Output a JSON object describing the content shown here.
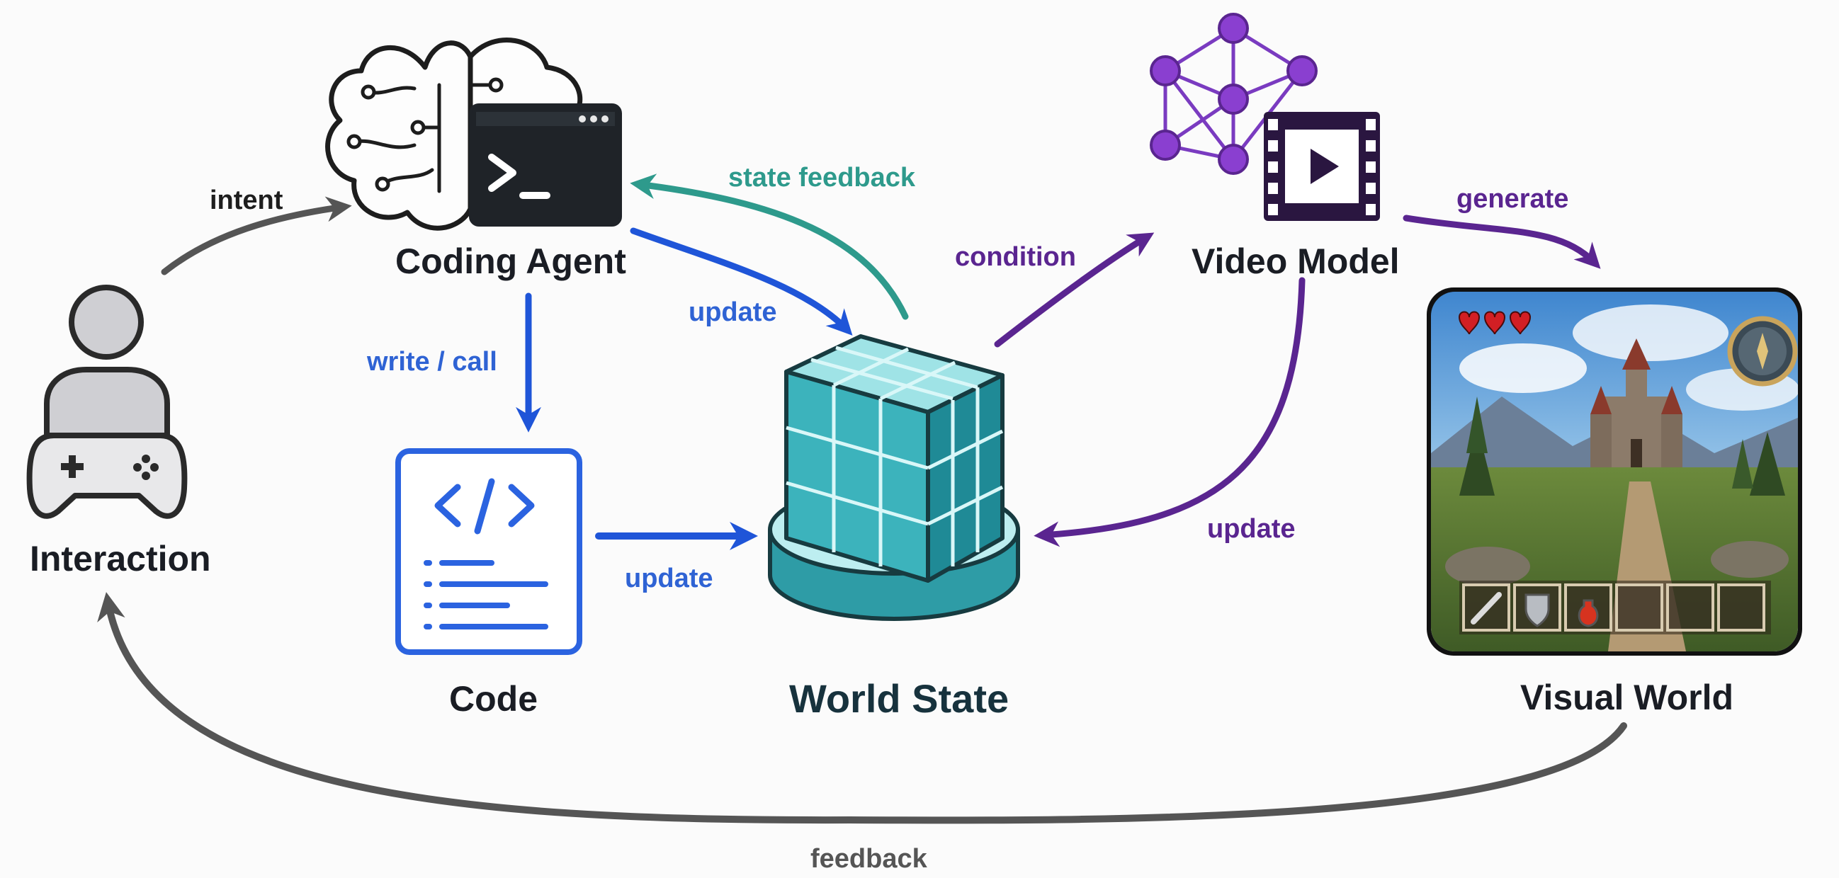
{
  "nodes": {
    "interaction": {
      "label": "Interaction",
      "icon": "gamer-controller-icon"
    },
    "coding_agent": {
      "label": "Coding Agent",
      "icon": "brain-terminal-icon"
    },
    "code": {
      "label": "Code",
      "icon": "code-document-icon"
    },
    "world_state": {
      "label": "World State",
      "icon": "cube-pedestal-icon"
    },
    "video_model": {
      "label": "Video Model",
      "icon": "neural-network-video-icon"
    },
    "visual_world": {
      "label": "Visual World",
      "icon": "game-screenshot-icon"
    }
  },
  "edges": {
    "intent": "intent",
    "state_feedback": "state feedback",
    "update_agent": "update",
    "write_call": "write / call",
    "update_code": "update",
    "condition": "condition",
    "generate": "generate",
    "update_video": "update",
    "feedback": "feedback"
  },
  "colors": {
    "blue": "#2f63d4",
    "teal": "#2e9a8c",
    "purple": "#5a2590",
    "grey": "#555555",
    "dark": "#1e1e1e"
  }
}
